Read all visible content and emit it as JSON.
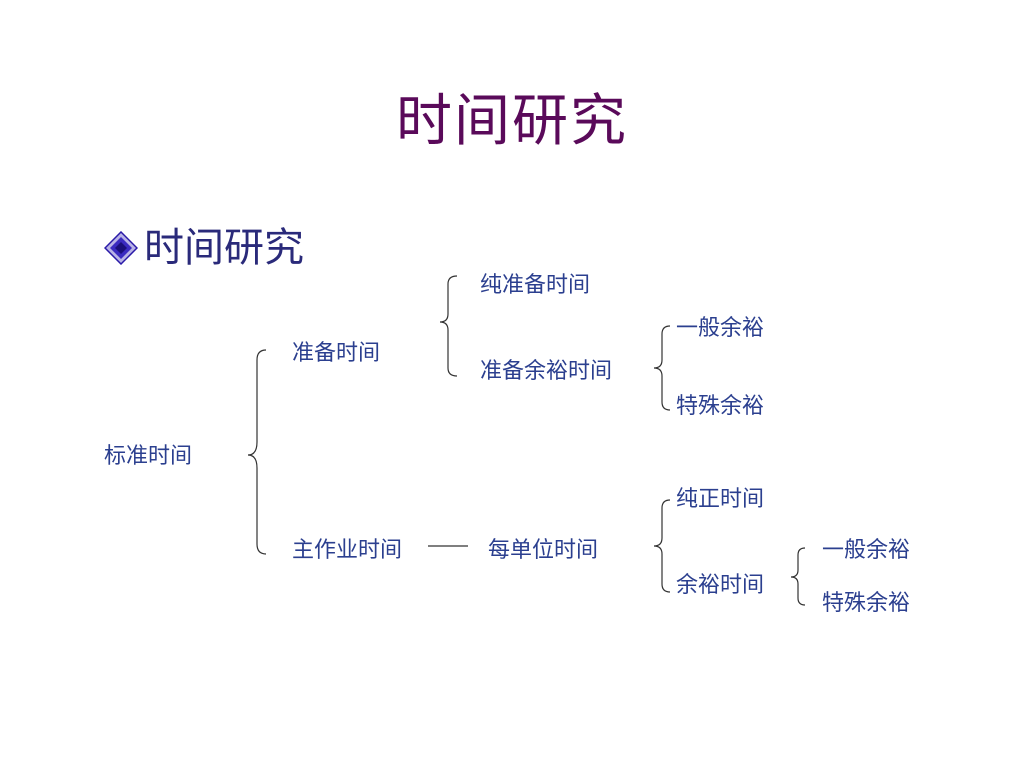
{
  "slide": {
    "title": "时间研究",
    "bullet": {
      "icon": "diamond-bullet-icon",
      "text": "时间研究"
    }
  },
  "diagram": {
    "root": "标准时间",
    "prep": {
      "label": "准备时间",
      "pure": "纯准备时间",
      "allowance": {
        "label": "准备余裕时间",
        "general": "一般余裕",
        "special": "特殊余裕"
      }
    },
    "main": {
      "label": "主作业时间",
      "per_unit": "每单位时间",
      "net": "纯正时间",
      "allowance": {
        "label": "余裕时间",
        "general": "一般余裕",
        "special": "特殊余裕"
      }
    }
  },
  "colors": {
    "title": "#5a0a5a",
    "text": "#2b3f8f",
    "bullet_text": "#2a2a7a",
    "bullet_icon": "#2a1aa8",
    "lines": "#333333"
  }
}
